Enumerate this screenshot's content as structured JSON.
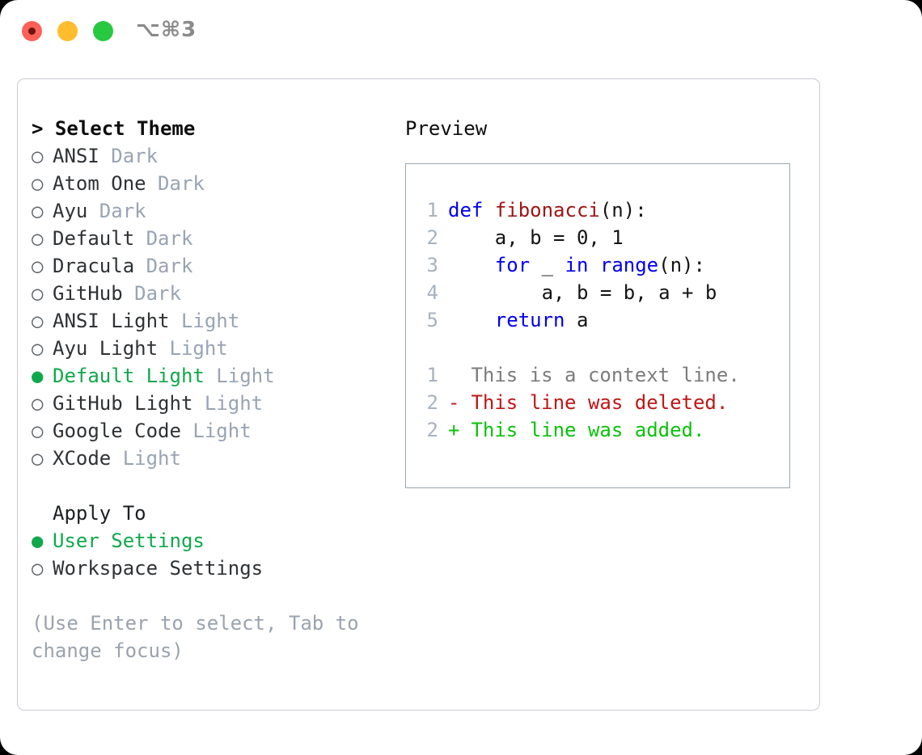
{
  "window": {
    "titlebar": {
      "shortcut": "⌥⌘3",
      "lights": [
        {
          "name": "close",
          "color": "#ff6057"
        },
        {
          "name": "minimize",
          "color": "#ffbd2e"
        },
        {
          "name": "maximize",
          "color": "#28c840"
        }
      ]
    }
  },
  "theme_picker": {
    "header": "> Select Theme",
    "caret": ">",
    "bullet_selected": "●",
    "bullet_unselected": "○",
    "options": [
      {
        "label": "ANSI",
        "tag": "Dark",
        "selected": false
      },
      {
        "label": "Atom One",
        "tag": "Dark",
        "selected": false
      },
      {
        "label": "Ayu",
        "tag": "Dark",
        "selected": false
      },
      {
        "label": "Default",
        "tag": "Dark",
        "selected": false
      },
      {
        "label": "Dracula",
        "tag": "Dark",
        "selected": false
      },
      {
        "label": "GitHub",
        "tag": "Dark",
        "selected": false
      },
      {
        "label": "ANSI Light",
        "tag": "Light",
        "selected": false
      },
      {
        "label": "Ayu Light",
        "tag": "Light",
        "selected": false
      },
      {
        "label": "Default Light",
        "tag": "Light",
        "selected": true
      },
      {
        "label": "GitHub Light",
        "tag": "Light",
        "selected": false
      },
      {
        "label": "Google Code",
        "tag": "Light",
        "selected": false
      },
      {
        "label": "XCode",
        "tag": "Light",
        "selected": false
      }
    ]
  },
  "apply_to": {
    "header": "Apply To",
    "options": [
      {
        "label": "User Settings",
        "selected": true
      },
      {
        "label": "Workspace Settings",
        "selected": false
      }
    ]
  },
  "hint": "(Use Enter to select, Tab to change focus)",
  "preview": {
    "header": "Preview",
    "code_lines": [
      {
        "no": "1",
        "tokens": [
          {
            "t": "def",
            "c": "kw"
          },
          {
            "t": " ",
            "c": "plain"
          },
          {
            "t": "fibonacci",
            "c": "fn"
          },
          {
            "t": "(n):",
            "c": "plain"
          }
        ]
      },
      {
        "no": "2",
        "tokens": [
          {
            "t": "    a, b = 0, 1",
            "c": "plain"
          }
        ]
      },
      {
        "no": "3",
        "tokens": [
          {
            "t": "    ",
            "c": "plain"
          },
          {
            "t": "for",
            "c": "kw"
          },
          {
            "t": " _ ",
            "c": "plain"
          },
          {
            "t": "in",
            "c": "kw"
          },
          {
            "t": " ",
            "c": "plain"
          },
          {
            "t": "range",
            "c": "bi"
          },
          {
            "t": "(n):",
            "c": "plain"
          }
        ]
      },
      {
        "no": "4",
        "tokens": [
          {
            "t": "        a, b = b, a + b",
            "c": "plain"
          }
        ]
      },
      {
        "no": "5",
        "tokens": [
          {
            "t": "    ",
            "c": "plain"
          },
          {
            "t": "return",
            "c": "kw"
          },
          {
            "t": " a",
            "c": "plain"
          }
        ]
      }
    ],
    "diff_lines": [
      {
        "no": "1",
        "mark": " ",
        "text": " This is a context line.",
        "kind": "context"
      },
      {
        "no": "2",
        "mark": "-",
        "text": " This line was deleted.",
        "kind": "deleted"
      },
      {
        "no": "2",
        "mark": "+",
        "text": " This line was added.",
        "kind": "added"
      }
    ]
  },
  "colors": {
    "accent_green": "#10a84c",
    "muted_tag": "#98a4b3",
    "hint": "#9aa3ae",
    "keyword": "#0000ee",
    "function": "#a11515",
    "diff_deleted": "#c01616",
    "diff_added": "#0ac20a",
    "line_number": "#a7b2bf",
    "frame_border": "#c9ccd1",
    "preview_border": "#9aa7b4"
  }
}
